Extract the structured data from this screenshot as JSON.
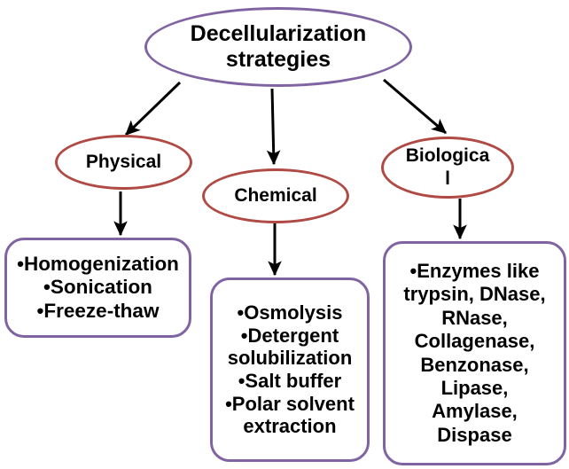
{
  "diagram": {
    "type": "flowchart",
    "title": "Decellularization strategies",
    "root": {
      "label": "Decellularization\nstrategies",
      "shape": "ellipse",
      "border_color": "#8064a2"
    },
    "categories": [
      {
        "id": "physical",
        "label": "Physical",
        "shape": "ellipse",
        "border_color": "#b04a45",
        "details": {
          "label": "•Homogenization\n•Sonication\n•Freeze-thaw",
          "items": [
            "Homogenization",
            "Sonication",
            "Freeze-thaw"
          ],
          "shape": "rounded-rectangle",
          "border_color": "#8064a2"
        }
      },
      {
        "id": "chemical",
        "label": "Chemical",
        "shape": "ellipse",
        "border_color": "#b04a45",
        "details": {
          "label": "•Osmolysis\n•Detergent\nsolubilization\n•Salt buffer\n•Polar solvent\nextraction",
          "items": [
            "Osmolysis",
            "Detergent solubilization",
            "Salt buffer",
            "Polar solvent extraction"
          ],
          "shape": "rounded-rectangle",
          "border_color": "#8064a2"
        }
      },
      {
        "id": "biological",
        "label": "Biological",
        "shape": "ellipse",
        "border_color": "#b04a45",
        "details": {
          "label": "•Enzymes like\ntrypsin, DNase,\nRNase,\nCollagenase,\nBenzonase,\nLipase,\nAmylase,\nDispase",
          "items": [
            "Enzymes like trypsin, DNase, RNase, Collagenase, Benzonase, Lipase, Amylase, Dispase"
          ],
          "shape": "rounded-rectangle",
          "border_color": "#8064a2"
        }
      }
    ],
    "connectors": {
      "color": "#000000",
      "style": "solid-arrow",
      "edges": [
        {
          "from": "root",
          "to": "physical"
        },
        {
          "from": "root",
          "to": "chemical"
        },
        {
          "from": "root",
          "to": "biological"
        },
        {
          "from": "physical",
          "to": "physical-details"
        },
        {
          "from": "chemical",
          "to": "chemical-details"
        },
        {
          "from": "biological",
          "to": "biological-details"
        }
      ]
    }
  }
}
